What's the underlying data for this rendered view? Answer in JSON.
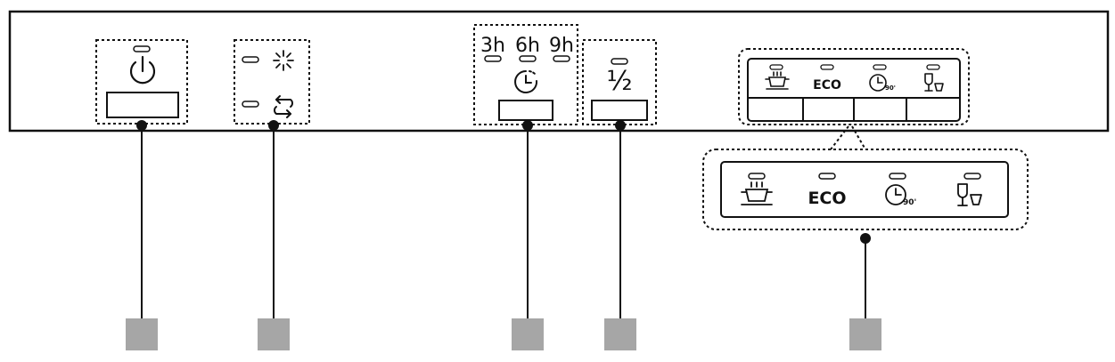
{
  "panel": {
    "delay_labels": [
      "3h",
      "6h",
      "9h"
    ],
    "half_load_label": "½",
    "eco_label": "ECO"
  },
  "programs": [
    {
      "name": "intensive",
      "icon": "pot-icon"
    },
    {
      "name": "eco",
      "icon": "eco-text"
    },
    {
      "name": "quick-90",
      "icon": "clock-90-icon",
      "badge": "90'"
    },
    {
      "name": "delicate",
      "icon": "glass-cup-icon"
    }
  ],
  "callout_markers": 5,
  "icons": {
    "power": "power-icon",
    "rinse_aid": "sparkle-icon",
    "salt": "refresh-arrows-icon",
    "delay": "clock-icon"
  },
  "colors": {
    "line": "#111111",
    "marker": "#a6a6a6",
    "led": "#ffffff"
  }
}
